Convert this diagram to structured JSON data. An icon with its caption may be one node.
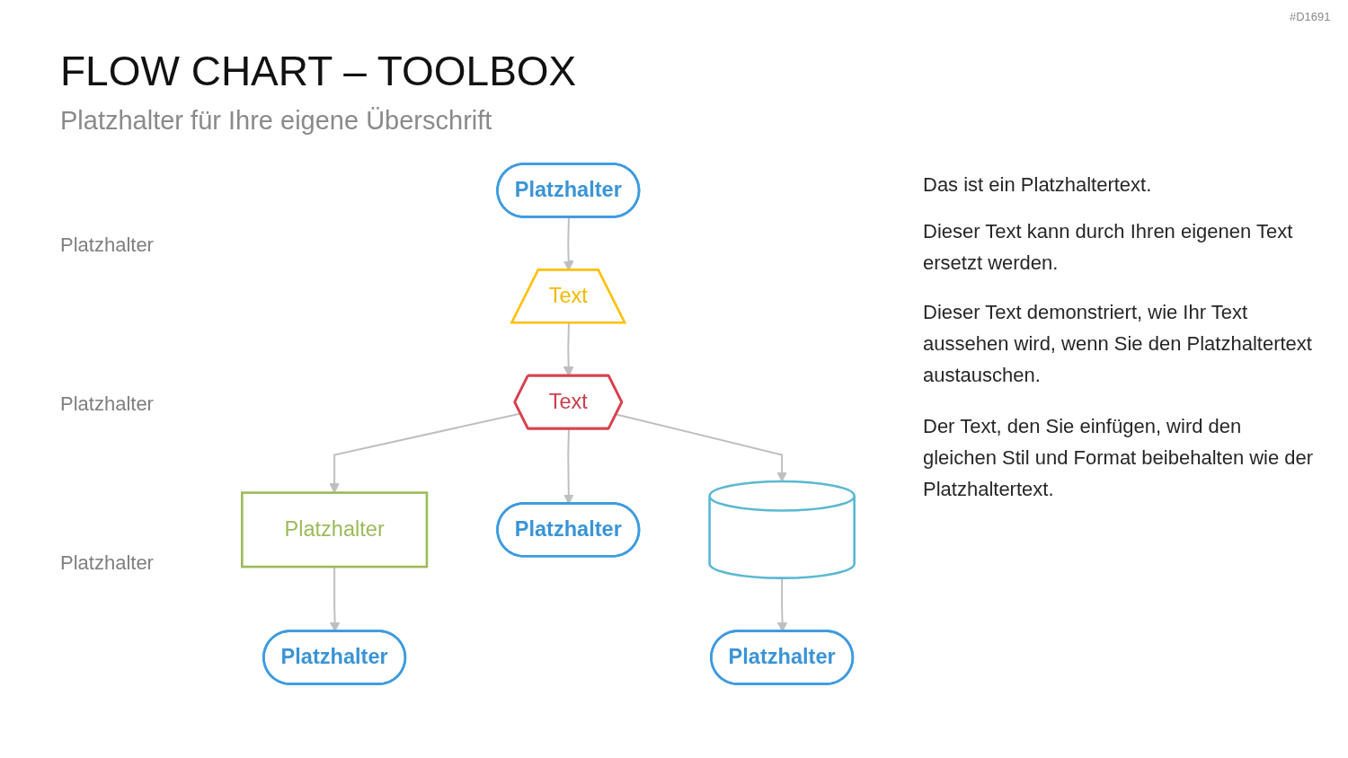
{
  "diagram": {
    "title": "FLOW CHART – TOOLBOX",
    "caption": "Platzhalter für Ihre eigene Überschrift",
    "nodes": [
      {
        "text": [
          "Platzhalter"
        ]
      },
      {
        "text": [
          "Text"
        ]
      },
      {
        "text": [
          "Text"
        ]
      },
      {
        "text": [],
        "shape": "cylinder"
      },
      {
        "text": [
          "Platzhalter"
        ]
      },
      {
        "text": [
          "Platzhalter"
        ]
      },
      {
        "text": [
          "Platzhalter"
        ]
      },
      {
        "text": [
          "Platzhalter"
        ]
      }
    ],
    "edges": [
      {
        "from": 0,
        "to": 1,
        "arrow": "to"
      },
      {
        "from": 1,
        "to": 2,
        "arrow": "to"
      },
      {
        "from": 2,
        "to": 4,
        "arrow": "to"
      },
      {
        "from": 2,
        "to": 6,
        "arrow": "to"
      },
      {
        "from": 2,
        "to": 3,
        "arrow": "to"
      },
      {
        "from": 4,
        "to": 5,
        "arrow": "to"
      },
      {
        "from": 3,
        "to": 7,
        "arrow": "to"
      }
    ],
    "labels": [
      "Platzhalter",
      "Platzhalter",
      "Platzhalter",
      "Das ist ein Platzhaltertext.",
      "Dieser Text kann durch Ihren eigenen Text ersetzt werden.",
      "Dieser Text demonstriert, wie Ihr Text aussehen wird, wenn Sie den Platzhaltertext austauschen.",
      "Der Text, den Sie einfügen, wird den gleichen Stil und Format beibehalten wie der Platzhaltertext.",
      "#D1691"
    ]
  }
}
